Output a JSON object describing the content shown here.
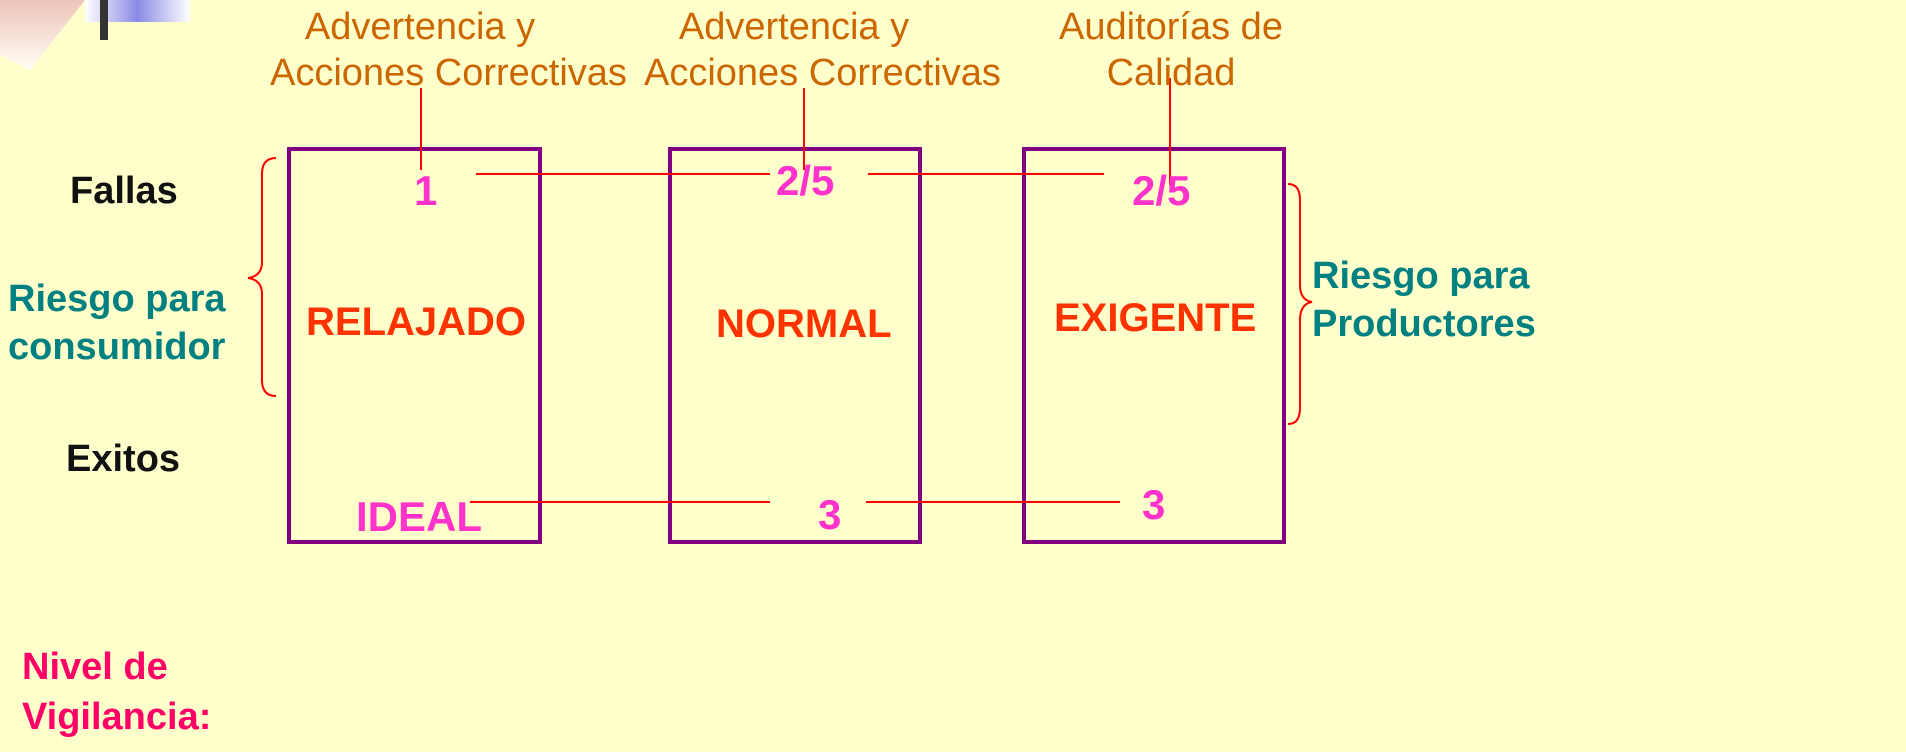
{
  "top_labels": {
    "relajado": {
      "line1": "Advertencia y",
      "line2": "Acciones Correctivas"
    },
    "normal": {
      "line1": "Advertencia y",
      "line2": "Acciones Correctivas"
    },
    "exigente": {
      "line1": "Auditorías de",
      "line2": "Calidad"
    }
  },
  "left": {
    "fallas": "Fallas",
    "riesgo_line1": "Riesgo para",
    "riesgo_line2": "consumidor",
    "exitos": "Exitos",
    "nivel_line1": "Nivel de",
    "nivel_line2": "Vigilancia:"
  },
  "right": {
    "riesgo_line1": "Riesgo para",
    "riesgo_line2": "Productores"
  },
  "states": [
    {
      "name": "RELAJADO",
      "top_value": "1",
      "bottom_value": "IDEAL"
    },
    {
      "name": "NORMAL",
      "top_value": "2/5",
      "bottom_value": "3"
    },
    {
      "name": "EXIGENTE",
      "top_value": "2/5",
      "bottom_value": "3"
    }
  ],
  "colors": {
    "background": "#FFFFCC",
    "box_border": "#800080",
    "connector": "#FF0000",
    "top_label": "#CC6600",
    "state_name": "#FF3300",
    "count": "#FF33CC",
    "risk_label": "#008080",
    "nivel": "#FF0066"
  }
}
